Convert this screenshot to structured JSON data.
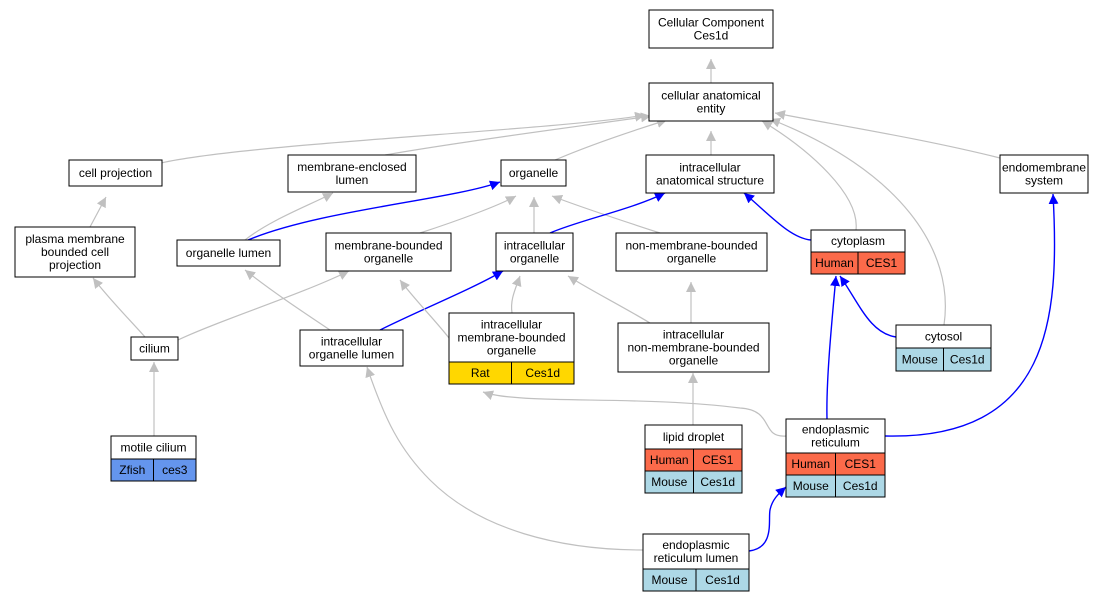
{
  "colors": {
    "background": "#ffffff",
    "node_border": "#000000",
    "edge_gray": "#c0c0c0",
    "edge_blue": "#0000ff",
    "human": "#fb6a4a",
    "mouse": "#add8e6",
    "rat": "#ffd700",
    "zfish": "#6495ed"
  },
  "nodes": [
    {
      "id": "cellular_component",
      "lines": [
        "Cellular Component",
        "Ces1d"
      ]
    },
    {
      "id": "cellular_anatomical_entity",
      "lines": [
        "cellular anatomical",
        "entity"
      ]
    },
    {
      "id": "cell_projection",
      "lines": [
        "cell projection"
      ]
    },
    {
      "id": "membrane_enclosed_lumen",
      "lines": [
        "membrane-enclosed",
        "lumen"
      ]
    },
    {
      "id": "organelle",
      "lines": [
        "organelle"
      ]
    },
    {
      "id": "intracellular_anatomical_structure",
      "lines": [
        "intracellular",
        "anatomical structure"
      ]
    },
    {
      "id": "endomembrane_system",
      "lines": [
        "endomembrane",
        "system"
      ]
    },
    {
      "id": "plasma_membrane_bounded_cell_projection",
      "lines": [
        "plasma membrane",
        "bounded cell",
        "projection"
      ]
    },
    {
      "id": "organelle_lumen",
      "lines": [
        "organelle lumen"
      ]
    },
    {
      "id": "membrane_bounded_organelle",
      "lines": [
        "membrane-bounded",
        "organelle"
      ]
    },
    {
      "id": "intracellular_organelle",
      "lines": [
        "intracellular",
        "organelle"
      ]
    },
    {
      "id": "non_membrane_bounded_organelle",
      "lines": [
        "non-membrane-bounded",
        "organelle"
      ]
    },
    {
      "id": "cytoplasm",
      "lines": [
        "cytoplasm"
      ],
      "annotations": [
        {
          "species": "Human",
          "gene": "CES1",
          "color": "#fb6a4a"
        }
      ]
    },
    {
      "id": "cytosol",
      "lines": [
        "cytosol"
      ],
      "annotations": [
        {
          "species": "Mouse",
          "gene": "Ces1d",
          "color": "#add8e6"
        }
      ]
    },
    {
      "id": "cilium",
      "lines": [
        "cilium"
      ]
    },
    {
      "id": "intracellular_organelle_lumen",
      "lines": [
        "intracellular",
        "organelle lumen"
      ]
    },
    {
      "id": "intracellular_membrane_bounded_organelle",
      "lines": [
        "intracellular",
        "membrane-bounded",
        "organelle"
      ],
      "annotations": [
        {
          "species": "Rat",
          "gene": "Ces1d",
          "color": "#ffd700"
        }
      ]
    },
    {
      "id": "intracellular_non_membrane_bounded_organelle",
      "lines": [
        "intracellular",
        "non-membrane-bounded",
        "organelle"
      ]
    },
    {
      "id": "motile_cilium",
      "lines": [
        "motile cilium"
      ],
      "annotations": [
        {
          "species": "Zfish",
          "gene": "ces3",
          "color": "#6495ed"
        }
      ]
    },
    {
      "id": "lipid_droplet",
      "lines": [
        "lipid droplet"
      ],
      "annotations": [
        {
          "species": "Human",
          "gene": "CES1",
          "color": "#fb6a4a"
        },
        {
          "species": "Mouse",
          "gene": "Ces1d",
          "color": "#add8e6"
        }
      ]
    },
    {
      "id": "endoplasmic_reticulum",
      "lines": [
        "endoplasmic",
        "reticulum"
      ],
      "annotations": [
        {
          "species": "Human",
          "gene": "CES1",
          "color": "#fb6a4a"
        },
        {
          "species": "Mouse",
          "gene": "Ces1d",
          "color": "#add8e6"
        }
      ]
    },
    {
      "id": "endoplasmic_reticulum_lumen",
      "lines": [
        "endoplasmic",
        "reticulum lumen"
      ],
      "annotations": [
        {
          "species": "Mouse",
          "gene": "Ces1d",
          "color": "#add8e6"
        }
      ]
    }
  ],
  "edges": [
    {
      "from": "cellular_anatomical_entity",
      "to": "cellular_component",
      "color": "gray"
    },
    {
      "from": "cell_projection",
      "to": "cellular_anatomical_entity",
      "color": "gray"
    },
    {
      "from": "membrane_enclosed_lumen",
      "to": "cellular_anatomical_entity",
      "color": "gray"
    },
    {
      "from": "organelle",
      "to": "cellular_anatomical_entity",
      "color": "gray"
    },
    {
      "from": "intracellular_anatomical_structure",
      "to": "cellular_anatomical_entity",
      "color": "gray"
    },
    {
      "from": "cytoplasm",
      "to": "cellular_anatomical_entity",
      "color": "gray"
    },
    {
      "from": "cytosol",
      "to": "cellular_anatomical_entity",
      "color": "gray"
    },
    {
      "from": "endomembrane_system",
      "to": "cellular_anatomical_entity",
      "color": "gray"
    },
    {
      "from": "plasma_membrane_bounded_cell_projection",
      "to": "cell_projection",
      "color": "gray"
    },
    {
      "from": "organelle_lumen",
      "to": "membrane_enclosed_lumen",
      "color": "gray"
    },
    {
      "from": "organelle_lumen",
      "to": "organelle",
      "color": "blue"
    },
    {
      "from": "membrane_bounded_organelle",
      "to": "organelle",
      "color": "gray"
    },
    {
      "from": "intracellular_organelle",
      "to": "organelle",
      "color": "gray"
    },
    {
      "from": "non_membrane_bounded_organelle",
      "to": "organelle",
      "color": "gray"
    },
    {
      "from": "intracellular_organelle",
      "to": "intracellular_anatomical_structure",
      "color": "blue"
    },
    {
      "from": "cytoplasm",
      "to": "intracellular_anatomical_structure",
      "color": "blue"
    },
    {
      "from": "cilium",
      "to": "plasma_membrane_bounded_cell_projection",
      "color": "gray"
    },
    {
      "from": "cilium",
      "to": "membrane_bounded_organelle",
      "color": "gray"
    },
    {
      "from": "intracellular_organelle_lumen",
      "to": "organelle_lumen",
      "color": "gray"
    },
    {
      "from": "intracellular_organelle_lumen",
      "to": "intracellular_organelle",
      "color": "blue"
    },
    {
      "from": "intracellular_membrane_bounded_organelle",
      "to": "membrane_bounded_organelle",
      "color": "gray"
    },
    {
      "from": "intracellular_membrane_bounded_organelle",
      "to": "intracellular_organelle",
      "color": "gray"
    },
    {
      "from": "intracellular_non_membrane_bounded_organelle",
      "to": "intracellular_organelle",
      "color": "gray"
    },
    {
      "from": "intracellular_non_membrane_bounded_organelle",
      "to": "non_membrane_bounded_organelle",
      "color": "gray"
    },
    {
      "from": "cytosol",
      "to": "cytoplasm",
      "color": "blue"
    },
    {
      "from": "motile_cilium",
      "to": "cilium",
      "color": "gray"
    },
    {
      "from": "lipid_droplet",
      "to": "intracellular_non_membrane_bounded_organelle",
      "color": "gray"
    },
    {
      "from": "endoplasmic_reticulum",
      "to": "intracellular_membrane_bounded_organelle",
      "color": "gray"
    },
    {
      "from": "endoplasmic_reticulum",
      "to": "cytoplasm",
      "color": "blue"
    },
    {
      "from": "endoplasmic_reticulum",
      "to": "endomembrane_system",
      "color": "blue"
    },
    {
      "from": "endoplasmic_reticulum_lumen",
      "to": "intracellular_organelle_lumen",
      "color": "gray"
    },
    {
      "from": "endoplasmic_reticulum_lumen",
      "to": "endoplasmic_reticulum",
      "color": "blue"
    }
  ]
}
